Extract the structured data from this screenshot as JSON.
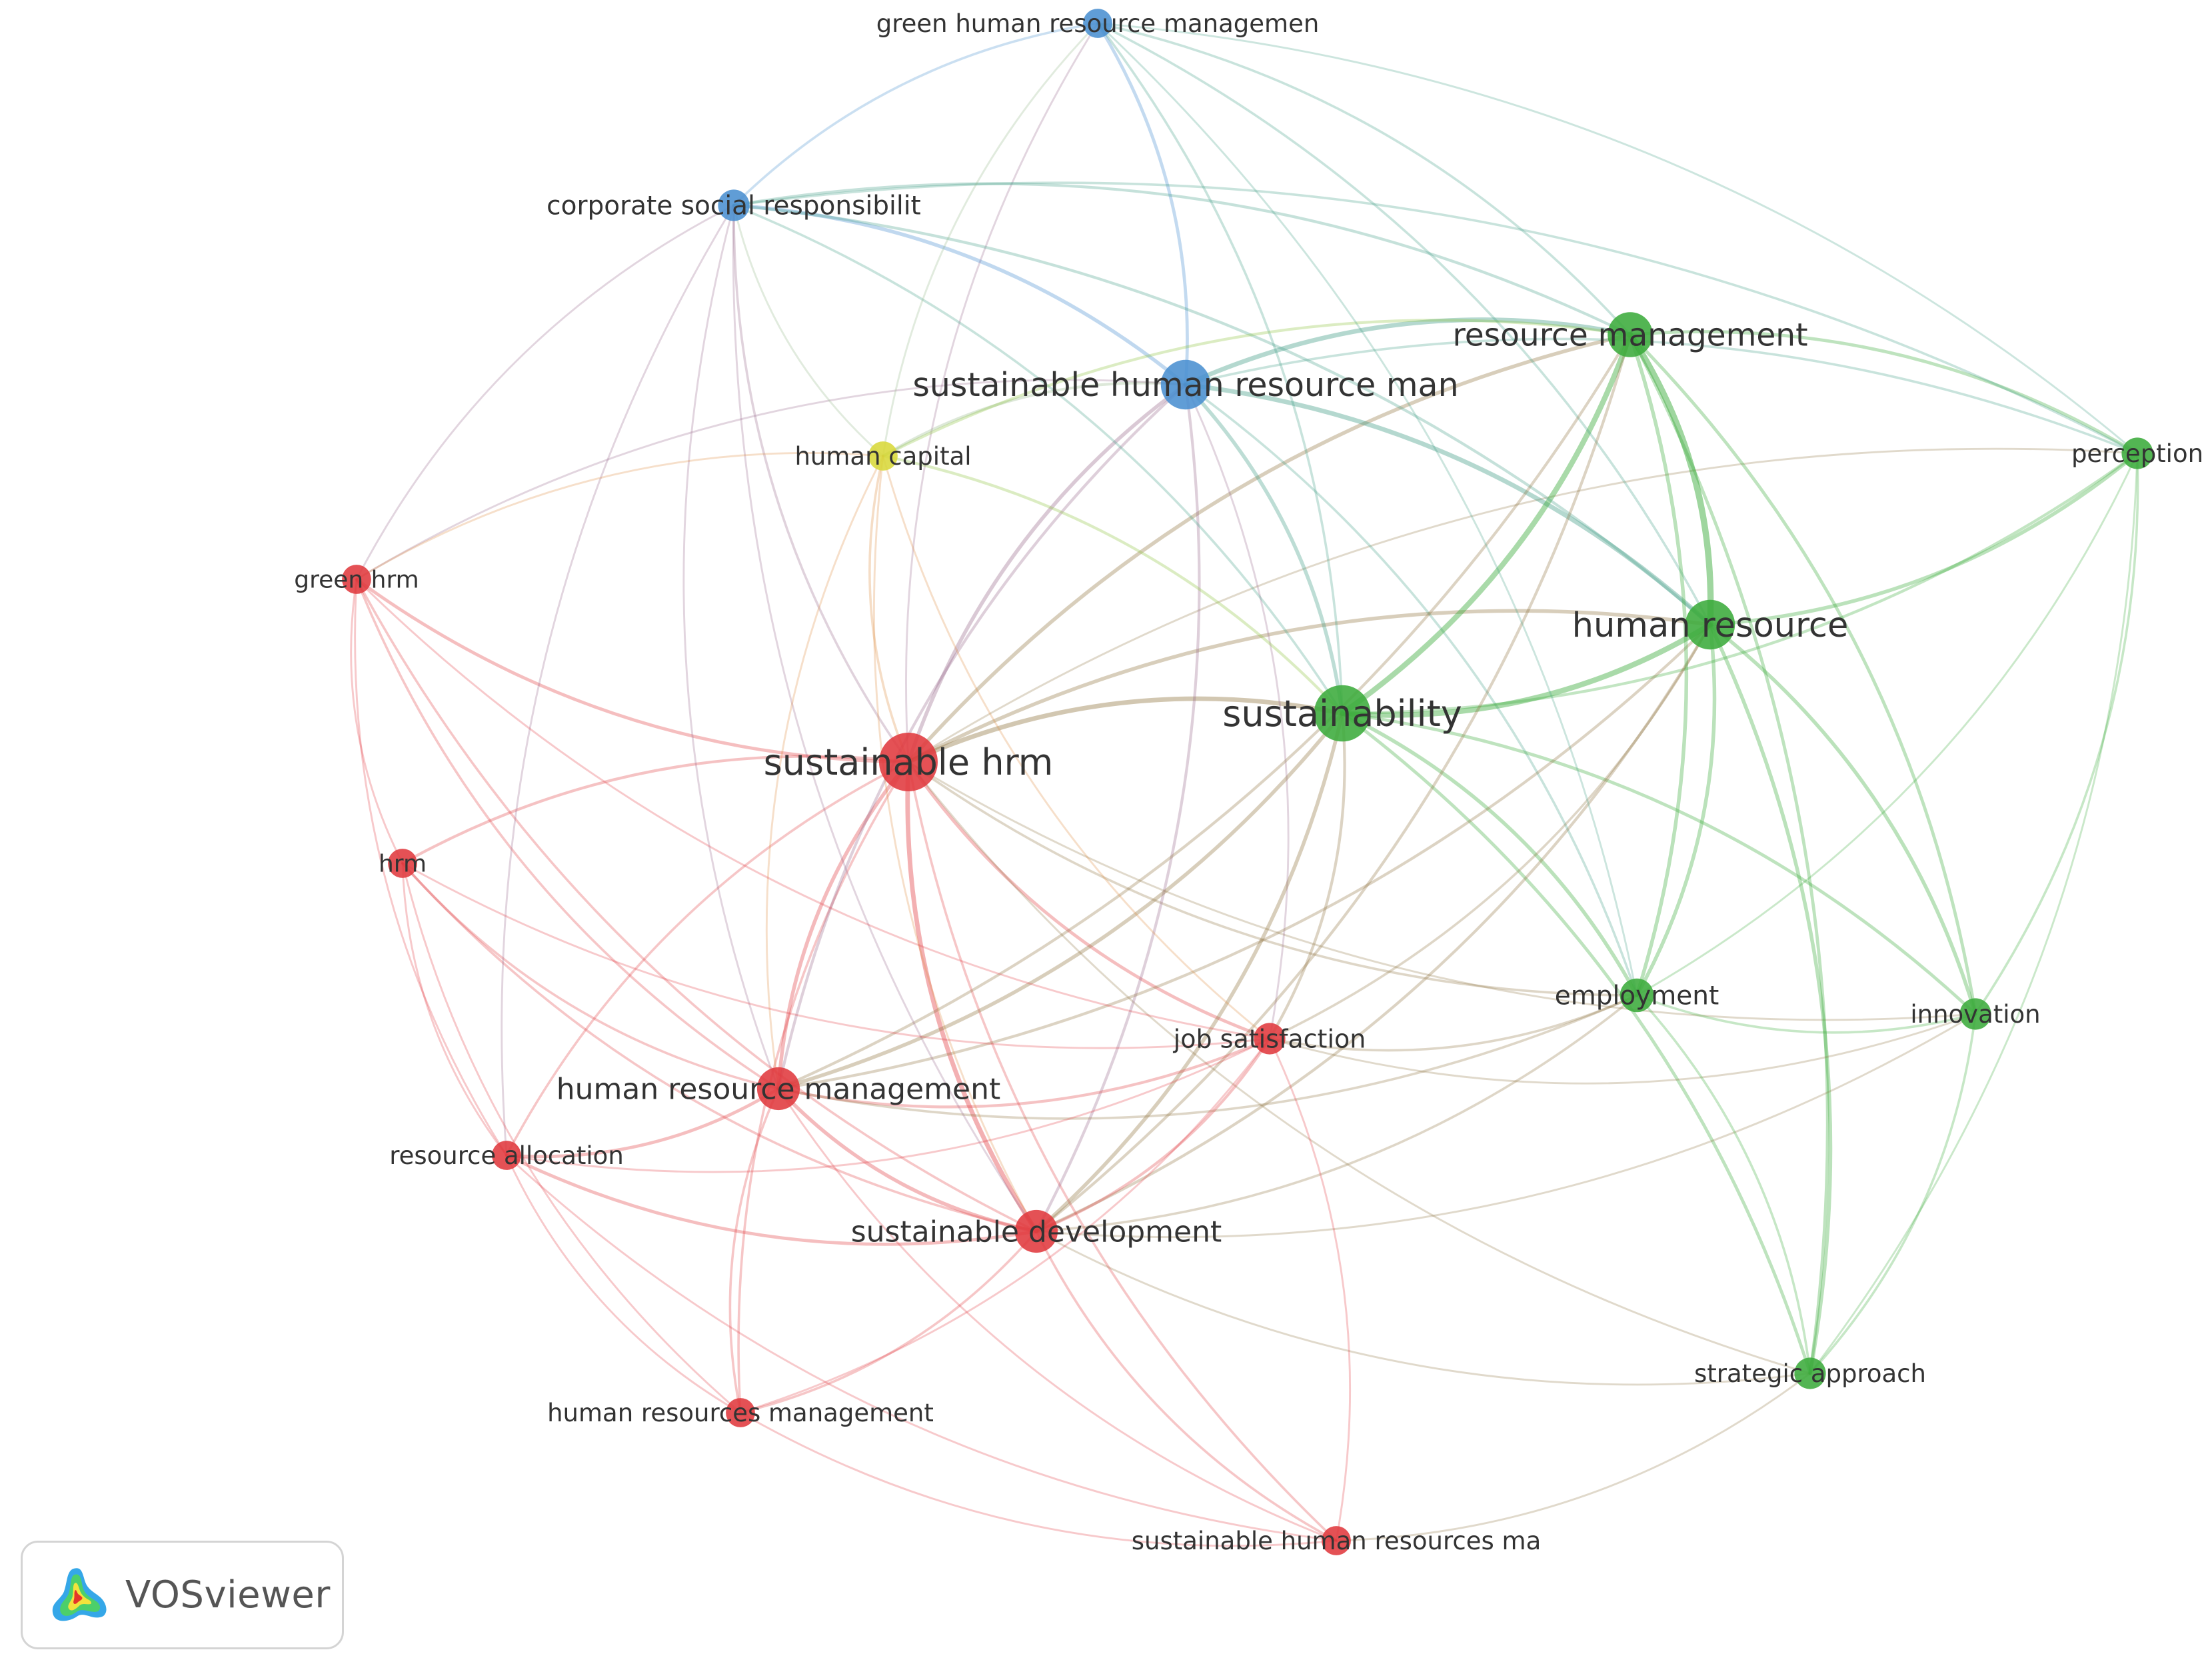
{
  "colors": {
    "red_cluster": "#e0393e",
    "green_cluster": "#3bab3b",
    "blue_cluster": "#4a90d0",
    "yellow_cluster": "#d8d83a",
    "label_text": "#333333"
  },
  "network": {
    "nodes": [
      {
        "id": "shrm",
        "label": "sustainable hrm",
        "cluster": "red",
        "weight": 10
      },
      {
        "id": "shrmman",
        "label": "sustainable human resource man",
        "cluster": "blue",
        "weight": 8
      },
      {
        "id": "sustainability",
        "label": "sustainability",
        "cluster": "green",
        "weight": 9.5
      },
      {
        "id": "hr",
        "label": "human resource",
        "cluster": "green",
        "weight": 8
      },
      {
        "id": "rm",
        "label": "resource management",
        "cluster": "green",
        "weight": 7
      },
      {
        "id": "hrmgmt",
        "label": "human resource management",
        "cluster": "red",
        "weight": 6.5
      },
      {
        "id": "sd",
        "label": "sustainable development",
        "cluster": "red",
        "weight": 6.5
      },
      {
        "id": "csr",
        "label": "corporate social responsibilit",
        "cluster": "blue",
        "weight": 4
      },
      {
        "id": "ghrm",
        "label": "green human resource managemen",
        "cluster": "blue",
        "weight": 3.5
      },
      {
        "id": "hc",
        "label": "human capital",
        "cluster": "yellow",
        "weight": 3.5
      },
      {
        "id": "greenhrm",
        "label": "green hrm",
        "cluster": "red",
        "weight": 3.5
      },
      {
        "id": "hrm",
        "label": "hrm",
        "cluster": "red",
        "weight": 3.5
      },
      {
        "id": "ra",
        "label": "resource allocation",
        "cluster": "red",
        "weight": 3.5
      },
      {
        "id": "hrsm",
        "label": "human resources management",
        "cluster": "red",
        "weight": 3.5
      },
      {
        "id": "shrma",
        "label": "sustainable human resources ma",
        "cluster": "red",
        "weight": 3.5
      },
      {
        "id": "js",
        "label": "job satisfaction",
        "cluster": "red",
        "weight": 4
      },
      {
        "id": "emp",
        "label": "employment",
        "cluster": "green",
        "weight": 4.5
      },
      {
        "id": "innov",
        "label": "innovation",
        "cluster": "green",
        "weight": 4
      },
      {
        "id": "perc",
        "label": "perception",
        "cluster": "green",
        "weight": 4
      },
      {
        "id": "sa",
        "label": "strategic approach",
        "cluster": "green",
        "weight": 4
      }
    ],
    "links": [
      [
        "shrm",
        "sustainability",
        4
      ],
      [
        "shrm",
        "shrmman",
        3
      ],
      [
        "shrm",
        "hrmgmt",
        3
      ],
      [
        "shrm",
        "sd",
        4
      ],
      [
        "shrm",
        "greenhrm",
        2.5
      ],
      [
        "shrm",
        "hrm",
        2
      ],
      [
        "shrm",
        "ra",
        1.5
      ],
      [
        "shrm",
        "hrsm",
        1.5
      ],
      [
        "shrm",
        "shrma",
        1.5
      ],
      [
        "shrm",
        "js",
        2.5
      ],
      [
        "shrm",
        "hr",
        3
      ],
      [
        "shrm",
        "rm",
        3
      ],
      [
        "shrm",
        "emp",
        1.5
      ],
      [
        "shrm",
        "csr",
        1.5
      ],
      [
        "shrm",
        "hc",
        1.5
      ],
      [
        "shrm",
        "innov",
        1
      ],
      [
        "shrm",
        "sa",
        1
      ],
      [
        "shrm",
        "perc",
        1
      ],
      [
        "shrm",
        "ghrm",
        1
      ],
      [
        "shrmman",
        "sustainability",
        3
      ],
      [
        "shrmman",
        "hr",
        4
      ],
      [
        "shrmman",
        "rm",
        4
      ],
      [
        "shrmman",
        "csr",
        3
      ],
      [
        "shrmman",
        "ghrm",
        2.5
      ],
      [
        "shrmman",
        "hc",
        2
      ],
      [
        "shrmman",
        "hrmgmt",
        2
      ],
      [
        "shrmman",
        "sd",
        2
      ],
      [
        "shrmman",
        "emp",
        1.5
      ],
      [
        "shrmman",
        "perc",
        1.5
      ],
      [
        "shrmman",
        "js",
        1
      ],
      [
        "shrmman",
        "greenhrm",
        1
      ],
      [
        "sustainability",
        "hr",
        5
      ],
      [
        "sustainability",
        "rm",
        5
      ],
      [
        "sustainability",
        "hrmgmt",
        3
      ],
      [
        "sustainability",
        "sd",
        3
      ],
      [
        "sustainability",
        "emp",
        3
      ],
      [
        "sustainability",
        "innov",
        2.5
      ],
      [
        "sustainability",
        "sa",
        2.5
      ],
      [
        "sustainability",
        "perc",
        2
      ],
      [
        "sustainability",
        "js",
        2
      ],
      [
        "sustainability",
        "csr",
        1.5
      ],
      [
        "sustainability",
        "hc",
        2
      ],
      [
        "sustainability",
        "ghrm",
        1.5
      ],
      [
        "hr",
        "rm",
        6
      ],
      [
        "hr",
        "emp",
        3
      ],
      [
        "hr",
        "innov",
        3
      ],
      [
        "hr",
        "perc",
        3
      ],
      [
        "hr",
        "sa",
        3
      ],
      [
        "hr",
        "hrmgmt",
        2
      ],
      [
        "hr",
        "sd",
        2
      ],
      [
        "hr",
        "csr",
        2
      ],
      [
        "hr",
        "ghrm",
        1.5
      ],
      [
        "hr",
        "js",
        1.5
      ],
      [
        "rm",
        "emp",
        3
      ],
      [
        "rm",
        "innov",
        2.5
      ],
      [
        "rm",
        "perc",
        2.5
      ],
      [
        "rm",
        "sa",
        2.5
      ],
      [
        "rm",
        "hrmgmt",
        2
      ],
      [
        "rm",
        "sd",
        2
      ],
      [
        "rm",
        "csr",
        2
      ],
      [
        "rm",
        "ghrm",
        1.5
      ],
      [
        "rm",
        "hc",
        2
      ],
      [
        "hrmgmt",
        "sd",
        3
      ],
      [
        "hrmgmt",
        "ra",
        2.5
      ],
      [
        "hrmgmt",
        "hrsm",
        1.5
      ],
      [
        "hrmgmt",
        "js",
        2
      ],
      [
        "hrmgmt",
        "hrm",
        1.5
      ],
      [
        "hrmgmt",
        "greenhrm",
        1.5
      ],
      [
        "hrmgmt",
        "shrma",
        1
      ],
      [
        "hrmgmt",
        "emp",
        1.5
      ],
      [
        "hrmgmt",
        "csr",
        1
      ],
      [
        "sd",
        "ra",
        2.5
      ],
      [
        "sd",
        "hrsm",
        1.5
      ],
      [
        "sd",
        "shrma",
        1.5
      ],
      [
        "sd",
        "js",
        2
      ],
      [
        "sd",
        "greenhrm",
        1.5
      ],
      [
        "sd",
        "hrm",
        1.5
      ],
      [
        "sd",
        "emp",
        1.5
      ],
      [
        "sd",
        "innov",
        1
      ],
      [
        "sd",
        "sa",
        1
      ],
      [
        "sd",
        "csr",
        1
      ],
      [
        "csr",
        "ghrm",
        1.5
      ],
      [
        "csr",
        "greenhrm",
        1
      ],
      [
        "csr",
        "perc",
        1.5
      ],
      [
        "csr",
        "hc",
        1
      ],
      [
        "csr",
        "ra",
        1
      ],
      [
        "ghrm",
        "perc",
        1
      ],
      [
        "ghrm",
        "emp",
        1
      ],
      [
        "ghrm",
        "hc",
        1
      ],
      [
        "hc",
        "greenhrm",
        1
      ],
      [
        "hc",
        "js",
        1
      ],
      [
        "hc",
        "sd",
        1
      ],
      [
        "hc",
        "hrmgmt",
        1
      ],
      [
        "greenhrm",
        "hrm",
        1
      ],
      [
        "greenhrm",
        "ra",
        1
      ],
      [
        "greenhrm",
        "js",
        1
      ],
      [
        "hrm",
        "ra",
        1
      ],
      [
        "hrm",
        "hrsm",
        1
      ],
      [
        "hrm",
        "js",
        1
      ],
      [
        "ra",
        "hrsm",
        1
      ],
      [
        "ra",
        "shrma",
        1
      ],
      [
        "ra",
        "js",
        1
      ],
      [
        "hrsm",
        "shrma",
        1
      ],
      [
        "hrsm",
        "js",
        1
      ],
      [
        "shrma",
        "js",
        1
      ],
      [
        "shrma",
        "sa",
        1
      ],
      [
        "js",
        "emp",
        1.5
      ],
      [
        "js",
        "innov",
        1
      ],
      [
        "emp",
        "innov",
        1.5
      ],
      [
        "emp",
        "sa",
        1.5
      ],
      [
        "emp",
        "perc",
        1
      ],
      [
        "innov",
        "perc",
        1.5
      ],
      [
        "innov",
        "sa",
        1.5
      ],
      [
        "perc",
        "sa",
        1
      ]
    ]
  },
  "brand": {
    "name": "VOSviewer",
    "logo_icon": "vosviewer-logo-icon"
  }
}
